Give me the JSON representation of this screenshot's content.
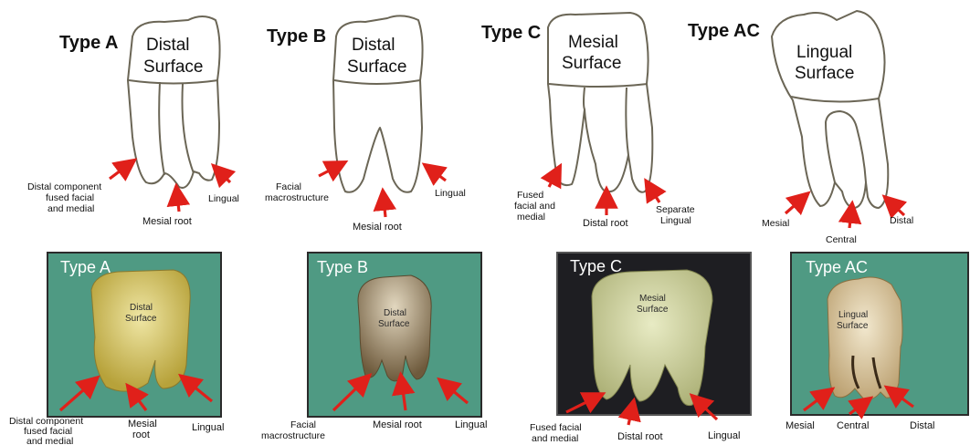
{
  "diagrams": [
    {
      "type": "Type A",
      "surface": [
        "Distal",
        "Surface"
      ],
      "labels": [
        "Distal component",
        "fused facial",
        "and medial",
        "Mesial root",
        "Lingual"
      ]
    },
    {
      "type": "Type B",
      "surface": [
        "Distal",
        "Surface"
      ],
      "labels": [
        "Facial",
        "macrostructure",
        "Mesial root",
        "Lingual"
      ]
    },
    {
      "type": "Type C",
      "surface": [
        "Mesial",
        "Surface"
      ],
      "labels": [
        "Fused",
        "facial and",
        "medial",
        "Distal root",
        "Separate",
        "Lingual"
      ]
    },
    {
      "type": "Type AC",
      "surface": [
        "Lingual",
        "Surface"
      ],
      "labels": [
        "Mesial",
        "Central",
        "Distal"
      ]
    }
  ],
  "photos": [
    {
      "type": "Type A",
      "surface": [
        "Distal",
        "Surface"
      ],
      "labels": [
        "Distal component",
        "fused facial",
        "and medial",
        "Mesial",
        "root",
        "Lingual"
      ]
    },
    {
      "type": "Type B",
      "surface": [
        "Distal",
        "Surface"
      ],
      "labels": [
        "Facial",
        "macrostructure",
        "Mesial root",
        "Lingual"
      ]
    },
    {
      "type": "Type C",
      "surface": [
        "Mesial",
        "Surface"
      ],
      "labels": [
        "Fused facial",
        "and medial",
        "Distal root",
        "Lingual"
      ]
    },
    {
      "type": "Type AC",
      "surface": [
        "Lingual",
        "Surface"
      ],
      "labels": [
        "Mesial",
        "Central",
        "Distal"
      ]
    }
  ],
  "colors": {
    "arrow": "#e0201a",
    "photo_green": "#4f9a83",
    "photo_dark": "#1e1e22",
    "outline": "#6b6656"
  }
}
